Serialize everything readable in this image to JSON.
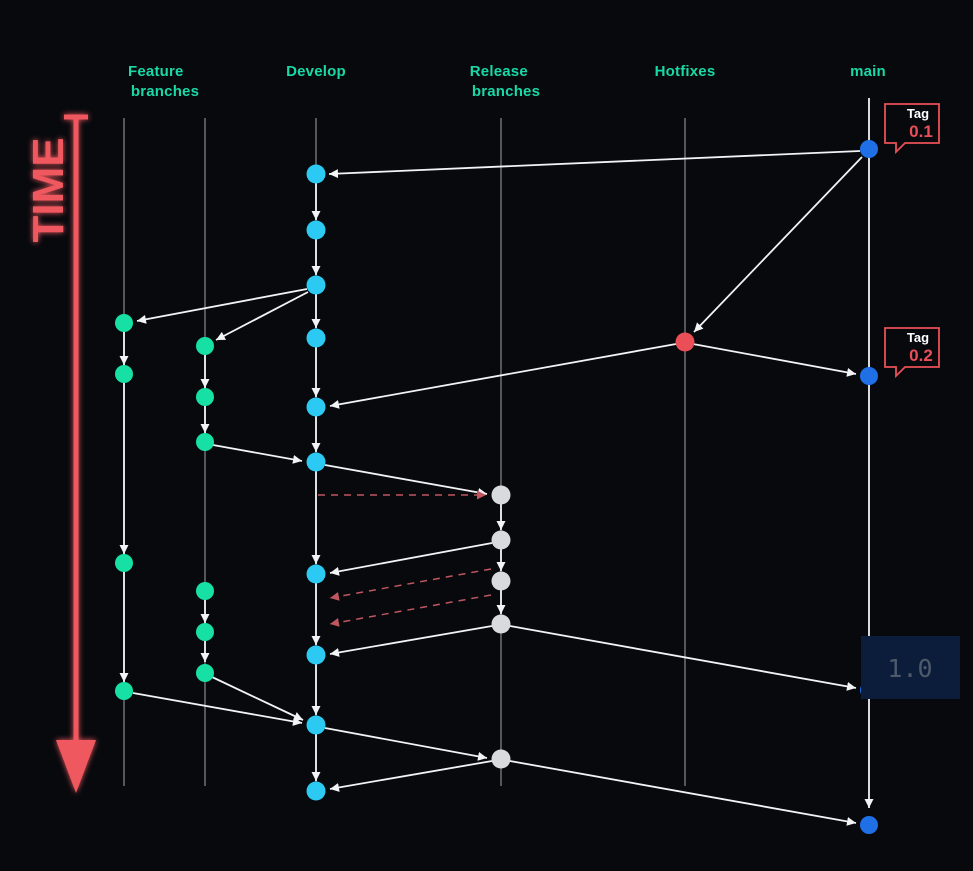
{
  "colors": {
    "background": "#07090d",
    "label": "#19d9a6",
    "lane_line": "#9a9ea4",
    "arrow": "#f2f3f5",
    "dashed_arrow": "#c0565f",
    "feature": "#17e0a5",
    "develop": "#2cc9f2",
    "release": "#d9dadd",
    "hotfix": "#ea4f58",
    "main": "#1f6fe6",
    "time": "#f0595e",
    "tag": "#ea4f58",
    "version_box": "#0b1d3a",
    "version_text": "#4e5a6c"
  },
  "lanes": [
    {
      "id": "feature",
      "label_lines": [
        "Feature",
        "branches"
      ]
    },
    {
      "id": "develop",
      "label_lines": [
        "Develop"
      ]
    },
    {
      "id": "release",
      "label_lines": [
        "Release",
        "branches"
      ]
    },
    {
      "id": "hotfix",
      "label_lines": [
        "Hotfixes"
      ]
    },
    {
      "id": "main",
      "label_lines": [
        "main"
      ]
    }
  ],
  "time_label": "TIME",
  "tags": [
    {
      "word": "Tag",
      "version": "0.1"
    },
    {
      "word": "Tag",
      "version": "0.2"
    }
  ],
  "version_label": "1.0"
}
